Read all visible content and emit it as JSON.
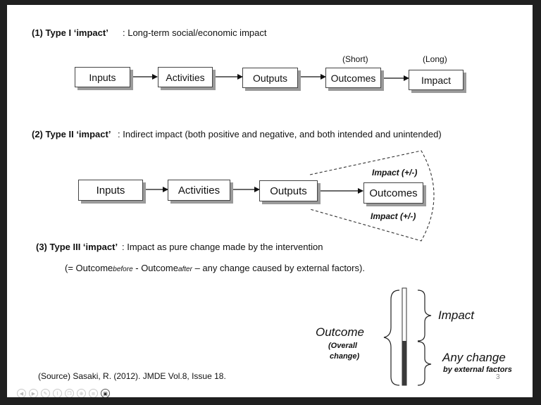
{
  "type1": {
    "heading": "(1)  Type I ‘impact’",
    "desc": " : Long-term social/economic impact",
    "label_short": "(Short)",
    "label_long": "(Long)",
    "boxes": [
      "Inputs",
      "Activities",
      "Outputs",
      "Outcomes",
      "Impact"
    ]
  },
  "type2": {
    "heading": "(2) Type II ‘impact’",
    "desc": " : Indirect impact (both positive and negative, and both intended and unintended)",
    "boxes": [
      "Inputs",
      "Activities",
      "Outputs",
      "Outcomes"
    ],
    "impact_top": "Impact (+/-)",
    "impact_bottom": "Impact (+/-)"
  },
  "type3": {
    "heading": "(3) Type III ‘impact’",
    "desc": ":  Impact as pure change made by the intervention",
    "formula_a": "(= Outcome",
    "formula_before": "before",
    "formula_b": " - Outcome",
    "formula_after": "after",
    "formula_c": " – any change caused by external factors).",
    "outcome": "Outcome",
    "overall_1": "(Overall",
    "overall_2": "change)",
    "impact": "Impact",
    "any_change": "Any change",
    "by_external": "by external factors"
  },
  "source": "(Source) Sasaki, R. (2012). JMDE Vol.8, Issue 18.",
  "page_number": "3",
  "colors": {
    "bar_fill": "#3a3a3a",
    "shadow": "#9a9a9a"
  },
  "toolbar_icons": [
    "prev-icon",
    "next-icon",
    "pen-icon",
    "draw-icon",
    "copy-icon",
    "zoom-icon",
    "menu-icon",
    "record-icon"
  ]
}
